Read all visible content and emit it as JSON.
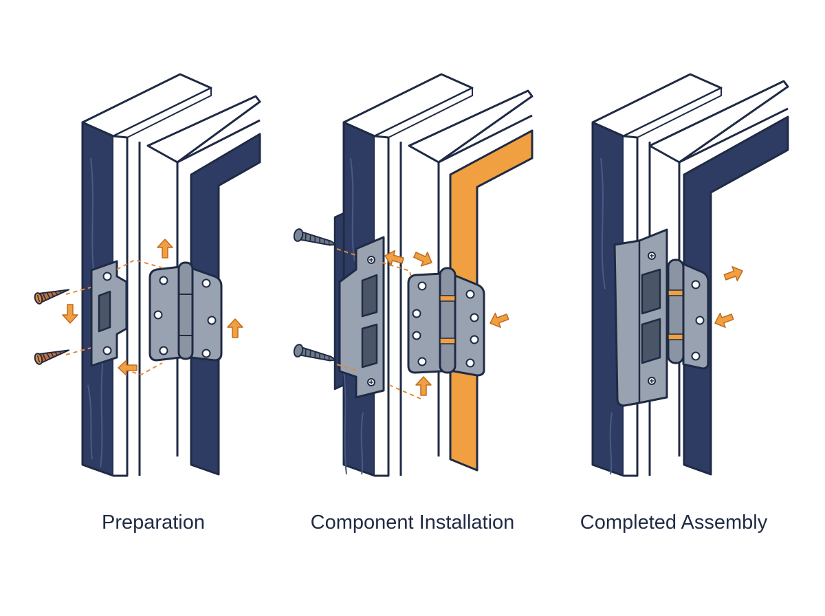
{
  "colors": {
    "navy": "#2e3b63",
    "outline": "#1f2a44",
    "metal": "#98a2b0",
    "orange": "#f0a040",
    "white": "#ffffff"
  },
  "icons": [
    "screw-icon",
    "arrow-icon",
    "hinge-plate-icon",
    "hinge-leaf-icon",
    "door-frame-icon"
  ],
  "steps": [
    {
      "caption": "Preparation"
    },
    {
      "caption": "Component Installation"
    },
    {
      "caption": "Completed Assembly"
    }
  ]
}
